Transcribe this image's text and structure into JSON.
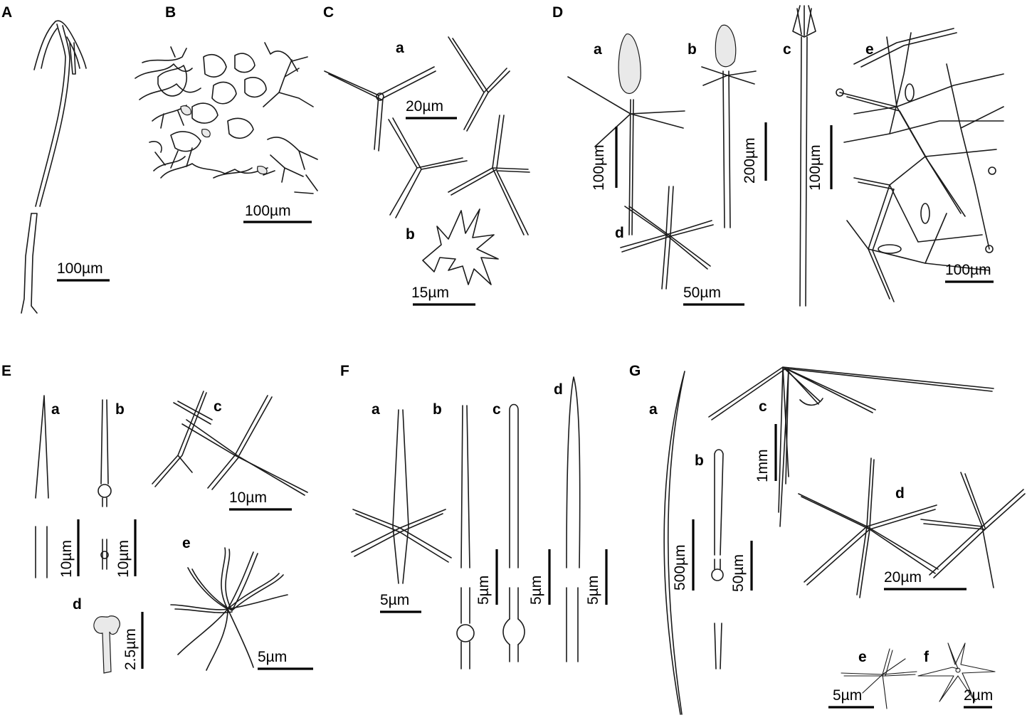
{
  "panels": {
    "A": {
      "label": "A",
      "scale": "100µm"
    },
    "B": {
      "label": "B",
      "scale": "100µm"
    },
    "C": {
      "label": "C",
      "sub": {
        "a": "a",
        "b": "b"
      },
      "scale_a": "20µm",
      "scale_b": "15µm"
    },
    "D": {
      "label": "D",
      "sub": {
        "a": "a",
        "b": "b",
        "c": "c",
        "d": "d",
        "e": "e"
      },
      "scale_a": "100µm",
      "scale_b": "200µm",
      "scale_c": "100µm",
      "scale_d": "50µm",
      "scale_e": "100µm"
    },
    "E": {
      "label": "E",
      "sub": {
        "a": "a",
        "b": "b",
        "c": "c",
        "d": "d",
        "e": "e"
      },
      "scale_a": "10µm",
      "scale_b": "10µm",
      "scale_c": "10µm",
      "scale_d": "2.5µm",
      "scale_e": "5µm"
    },
    "F": {
      "label": "F",
      "sub": {
        "a": "a",
        "b": "b",
        "c": "c",
        "d": "d"
      },
      "scale_a": "5µm",
      "scale_b": "5µm",
      "scale_c": "5µm",
      "scale_d": "5µm"
    },
    "G": {
      "label": "G",
      "sub": {
        "a": "a",
        "b": "b",
        "c": "c",
        "d": "d",
        "e": "e",
        "f": "f"
      },
      "scale_a": "500µm",
      "scale_b": "50µm",
      "scale_c": "1mm",
      "scale_d": "20µm",
      "scale_e": "5µm",
      "scale_f": "2µm"
    }
  },
  "colors": {
    "ink": "#1a1a1a",
    "background": "#ffffff"
  }
}
